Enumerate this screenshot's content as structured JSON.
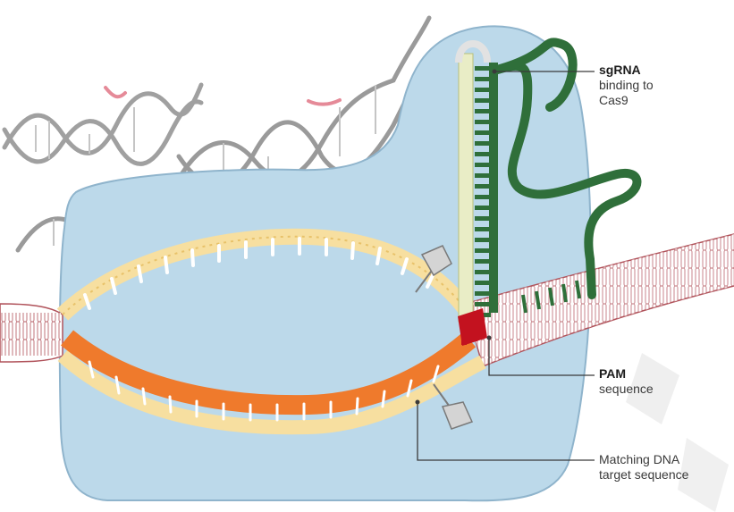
{
  "labels": {
    "sgrna": {
      "title": "sgRNA",
      "line1": "binding to",
      "line2": "Cas9"
    },
    "pam": {
      "title": "PAM",
      "line1": "sequence"
    },
    "target": {
      "line1": "Matching DNA",
      "line2": "target sequence"
    }
  },
  "colors": {
    "cas9_protein": "#bcd9ea",
    "cas9_outline": "#8fb4cc",
    "dna_backbone": "#ffffff",
    "dna_outline": "#b0525a",
    "target_strand": "#f7dfa0",
    "cut_strand": "#ef7a2c",
    "sgrna_guide": "#e9edc6",
    "sgrna_scaffold": "#2f6f3a",
    "pam": "#c3121f",
    "background_dna": "#9a9a9a",
    "highlight_pink": "#e58a98",
    "cleavage_marker": "#d4d4d4"
  },
  "icons": [
    "cleavage-marker-icon",
    "background-dna-helix-icon"
  ]
}
